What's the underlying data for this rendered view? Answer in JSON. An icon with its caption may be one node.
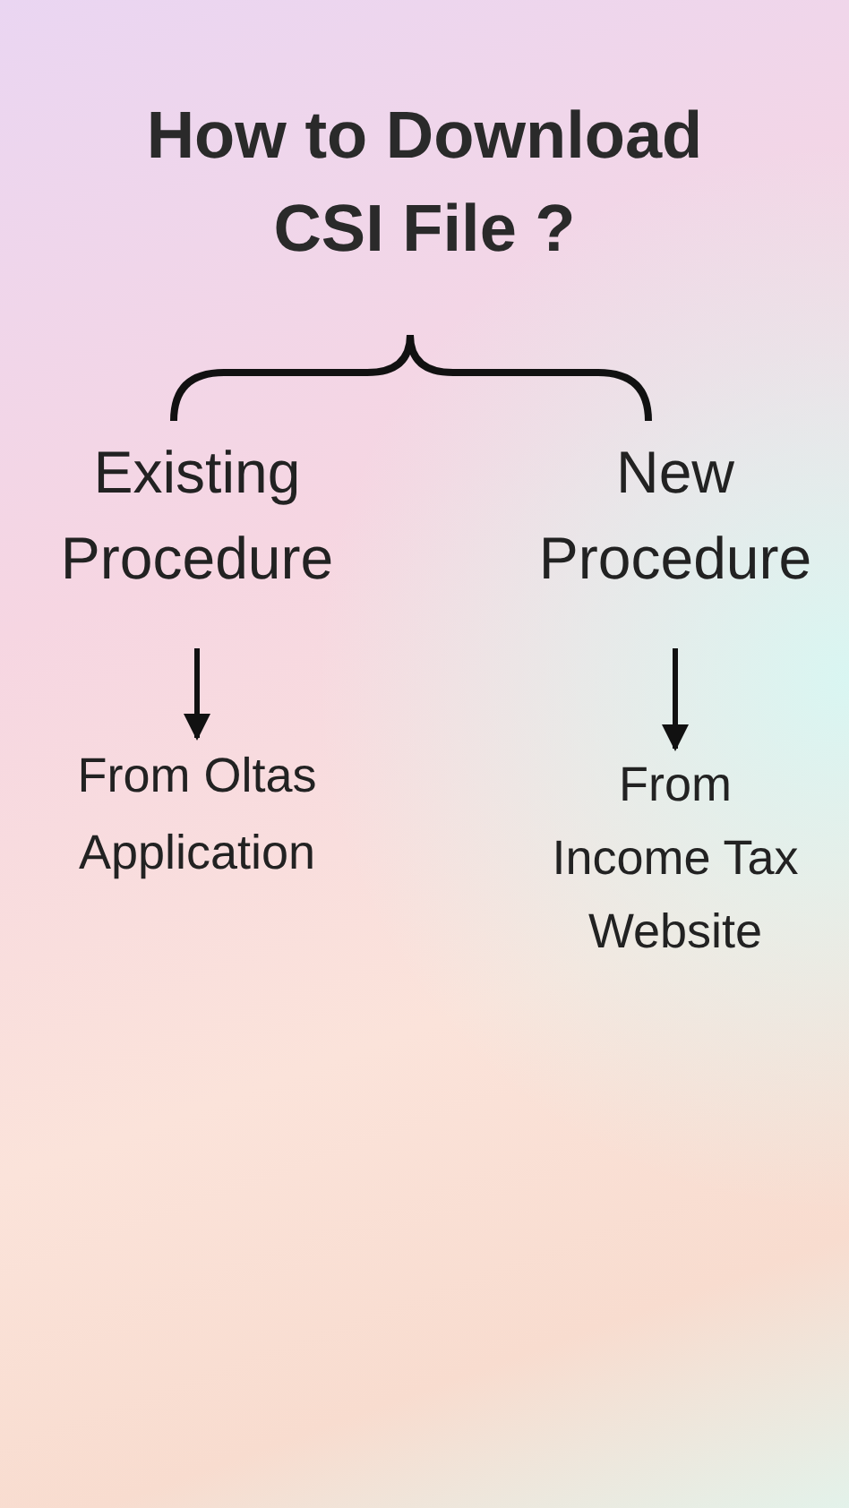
{
  "diagram": {
    "title": "How to Download CSI File ?",
    "nodes": [
      {
        "text": [
          "Existing Procedure"
        ]
      },
      {
        "text": [
          "New Procedure"
        ]
      },
      {
        "text": [
          "From Oltas Application"
        ]
      },
      {
        "text": [
          "From Income Tax Website"
        ]
      }
    ],
    "edges": [
      {
        "from": 0,
        "to": 2,
        "arrow": "to"
      },
      {
        "from": 1,
        "to": 3,
        "arrow": "to"
      }
    ]
  }
}
